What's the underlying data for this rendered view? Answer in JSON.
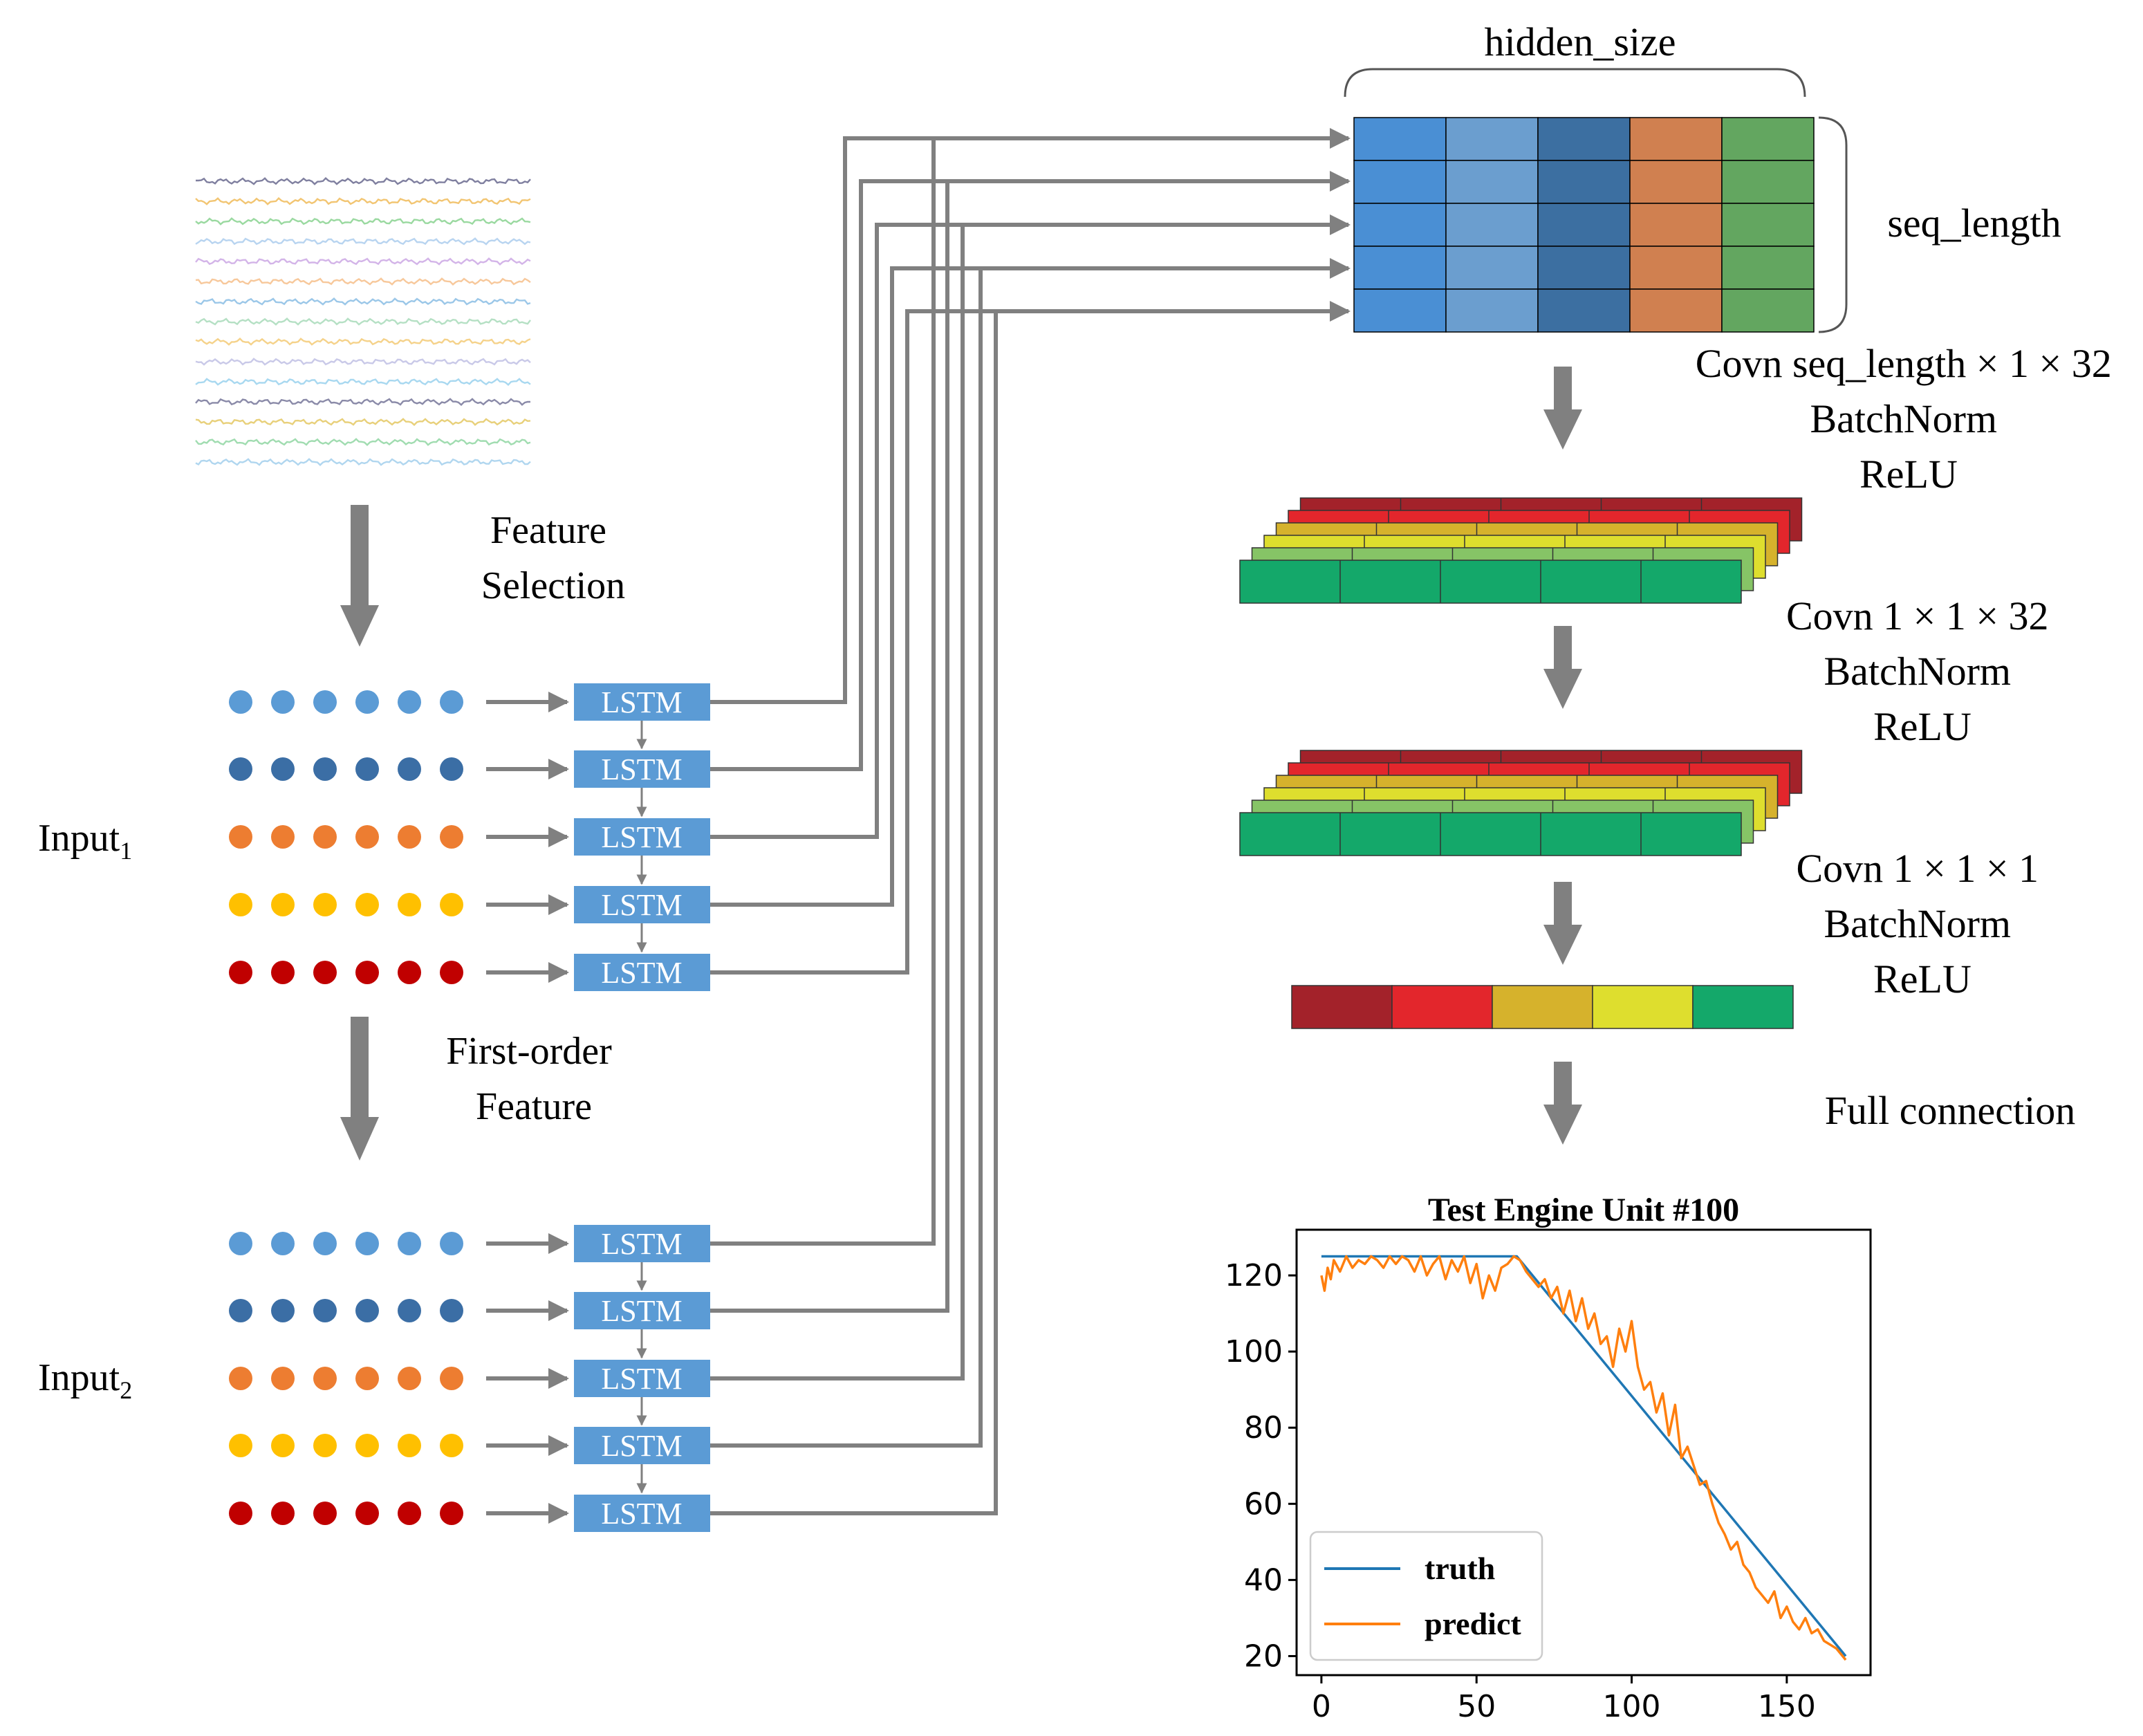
{
  "labels": {
    "feature_selection": [
      "Feature",
      "Selection"
    ],
    "first_order": [
      "First-order",
      "Feature"
    ],
    "input1": "Input",
    "input1_sub": "1",
    "input2": "Input",
    "input2_sub": "2",
    "lstm": "LSTM",
    "hidden_size": "hidden_size",
    "seq_length": "seq_length",
    "conv1": [
      "Covn seq_length × 1  × 32",
      "BatchNorm",
      "ReLU"
    ],
    "conv2": [
      "Covn 1 × 1 × 32",
      "BatchNorm",
      "ReLU"
    ],
    "conv3": [
      "Covn 1 × 1 × 1",
      "BatchNorm",
      "ReLU"
    ],
    "full_connection": "Full connection"
  },
  "colors": {
    "arrow": "#808080",
    "lstm": "#5b9bd5",
    "dots": [
      "#5b9bd5",
      "#3b6ea5",
      "#ed7d31",
      "#ffc000",
      "#c00000"
    ],
    "hidden_cols": [
      "#4a8fd4",
      "#6b9ecf",
      "#3c6fa1",
      "#d08050",
      "#63a660"
    ],
    "conv_layers": [
      "#a3222a",
      "#e3262c",
      "#d6b22c",
      "#dede2e",
      "#86c466",
      "#14a86a"
    ]
  },
  "chart_data": {
    "type": "line",
    "title": "Test Engine Unit #100",
    "xlabel": "",
    "ylabel": "",
    "xlim": [
      -8,
      177
    ],
    "ylim": [
      15,
      132
    ],
    "xticks": [
      0,
      50,
      100,
      150
    ],
    "yticks": [
      20,
      40,
      60,
      80,
      100,
      120
    ],
    "legend_position": "bottom-left",
    "series": [
      {
        "name": "truth",
        "color": "#1f77b4",
        "x": [
          0,
          63,
          169
        ],
        "y": [
          125,
          125,
          20
        ]
      },
      {
        "name": "predict",
        "color": "#ff7f0e",
        "x": [
          0,
          1,
          2,
          3,
          4,
          6,
          8,
          10,
          12,
          14,
          16,
          18,
          20,
          22,
          24,
          26,
          28,
          30,
          32,
          34,
          36,
          38,
          40,
          42,
          44,
          46,
          48,
          50,
          52,
          54,
          56,
          58,
          60,
          62,
          64,
          66,
          68,
          70,
          72,
          74,
          76,
          78,
          80,
          82,
          84,
          86,
          88,
          90,
          92,
          94,
          96,
          98,
          100,
          102,
          104,
          106,
          108,
          110,
          112,
          114,
          116,
          118,
          120,
          122,
          124,
          126,
          128,
          130,
          132,
          134,
          136,
          138,
          140,
          142,
          144,
          146,
          148,
          150,
          152,
          154,
          156,
          158,
          160,
          162,
          164,
          166,
          168,
          169
        ],
        "y": [
          120,
          116,
          122,
          119,
          124,
          121,
          125,
          122,
          124,
          123,
          125,
          124,
          122,
          125,
          123,
          125,
          124,
          121,
          125,
          120,
          123,
          125,
          119,
          124,
          121,
          125,
          118,
          123,
          114,
          120,
          116,
          122,
          123,
          125,
          124,
          121,
          119,
          117,
          119,
          114,
          117,
          110,
          116,
          108,
          114,
          106,
          110,
          102,
          104,
          96,
          106,
          100,
          108,
          96,
          90,
          92,
          84,
          89,
          78,
          86,
          72,
          75,
          70,
          65,
          66,
          60,
          55,
          52,
          48,
          50,
          44,
          42,
          38,
          36,
          34,
          37,
          30,
          33,
          29,
          27,
          30,
          26,
          27,
          24,
          23,
          22,
          20,
          19
        ]
      }
    ]
  }
}
